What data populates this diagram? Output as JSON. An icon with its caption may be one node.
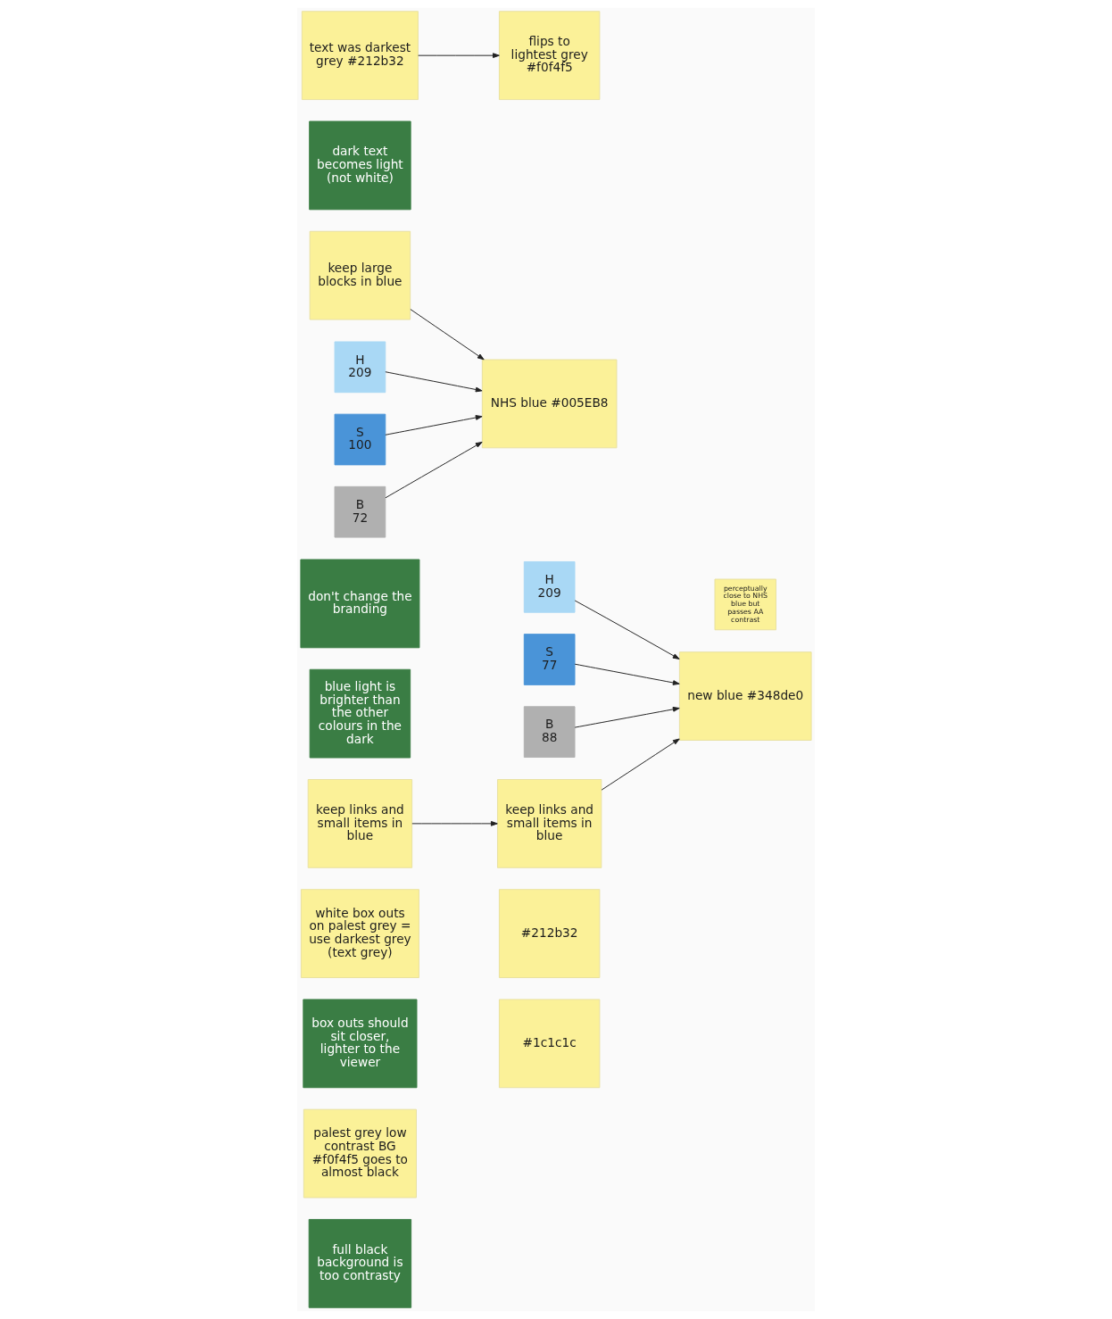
{
  "diagram": {
    "nodes": [
      {
        "text": [
          "full black background is too contrasty"
        ]
      },
      {
        "text": [
          "palest grey low contrast BG #f0f4f5 goes to almost black"
        ]
      },
      {
        "text": [
          "#1c1c1c"
        ]
      },
      {
        "text": [
          "box outs should sit closer, lighter to the viewer"
        ]
      },
      {
        "text": [
          "white box outs on palest grey = use darkest grey (text grey)"
        ]
      },
      {
        "text": [
          "#212b32"
        ]
      },
      {
        "text": [
          "H",
          "209"
        ]
      },
      {
        "text": [
          "S",
          "77"
        ]
      },
      {
        "text": [
          "B",
          "88"
        ]
      },
      {
        "text": [
          "blue light is brighter than the other colours in the dark"
        ]
      },
      {
        "text": [
          "keep links and small items in blue"
        ]
      },
      {
        "text": [
          "keep links and small items in blue"
        ]
      },
      {
        "text": [
          "new blue #348de0"
        ]
      },
      {
        "text": [
          "perceptually close to NHS blue but passes AA contrast"
        ]
      },
      {
        "text": [
          "don't change the branding"
        ]
      },
      {
        "text": [
          "keep large blocks in blue"
        ]
      },
      {
        "text": [
          "NHS blue #005EB8"
        ]
      },
      {
        "text": [
          "H",
          "209"
        ]
      },
      {
        "text": [
          "S",
          "100"
        ]
      },
      {
        "text": [
          "B",
          "72"
        ]
      },
      {
        "text": [
          "dark text becomes light (not white)"
        ]
      },
      {
        "text": [
          "text was darkest grey #212b32"
        ]
      },
      {
        "text": [
          "flips to lightest grey #f0f4f5"
        ]
      }
    ],
    "edges": [
      {
        "from": 6,
        "to": 12,
        "arrow": "to"
      },
      {
        "from": 7,
        "to": 12,
        "arrow": "to"
      },
      {
        "from": 8,
        "to": 12,
        "arrow": "to"
      },
      {
        "from": 10,
        "to": 11,
        "arrow": "to"
      },
      {
        "from": 11,
        "to": 12,
        "arrow": "to"
      },
      {
        "from": 15,
        "to": 16,
        "arrow": "to"
      },
      {
        "from": 17,
        "to": 16,
        "arrow": "to"
      },
      {
        "from": 18,
        "to": 16,
        "arrow": "to"
      },
      {
        "from": 19,
        "to": 16,
        "arrow": "to"
      },
      {
        "from": 21,
        "to": 22,
        "arrow": "to"
      }
    ]
  }
}
